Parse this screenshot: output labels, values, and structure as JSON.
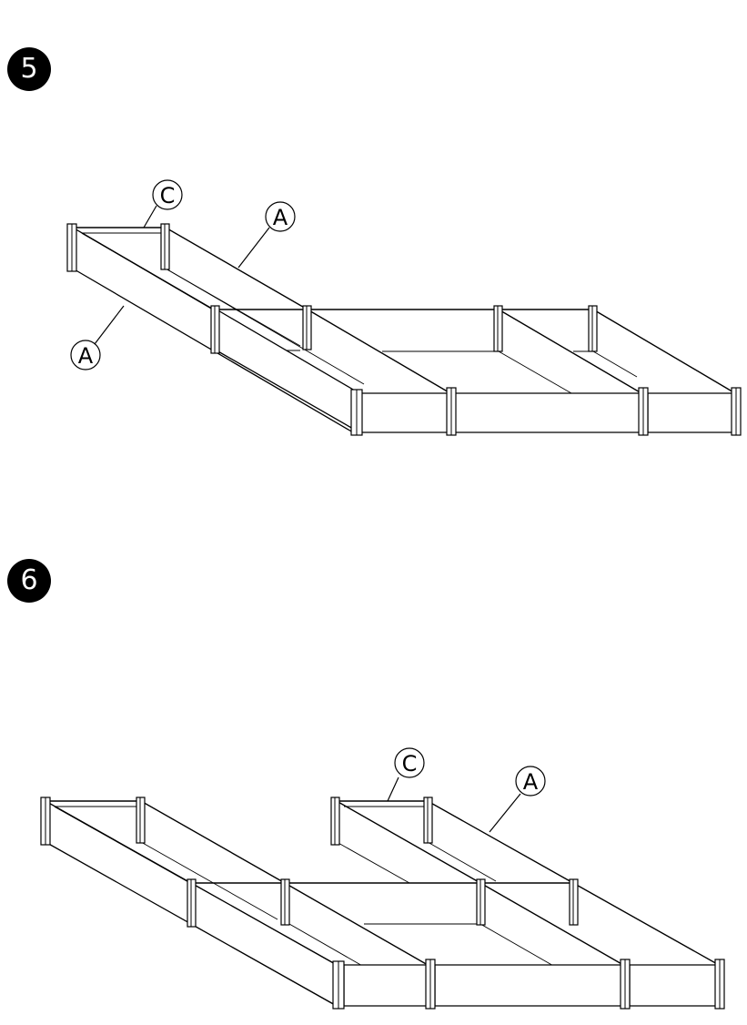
{
  "steps": [
    {
      "number": "5",
      "callouts": [
        "C",
        "A",
        "A"
      ]
    },
    {
      "number": "6",
      "callouts": [
        "C",
        "A"
      ]
    }
  ],
  "colors": {
    "line": "#000000",
    "paper": "#ffffff",
    "badge": "#000000"
  }
}
